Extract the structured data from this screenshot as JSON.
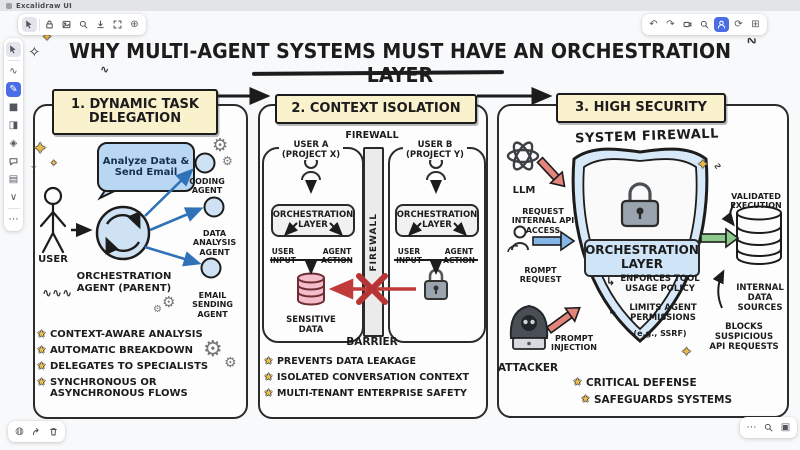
{
  "window": {
    "title": "Excalidraw UI"
  },
  "toolbars": {
    "top_left": [
      {
        "name": "select"
      },
      {
        "name": "lock"
      },
      {
        "name": "insert-image"
      },
      {
        "name": "zoom-in"
      },
      {
        "name": "export-image"
      },
      {
        "name": "fullscreen"
      },
      {
        "name": "laser-pointer",
        "glyph": "⊕"
      }
    ],
    "top_right": [
      {
        "name": "undo",
        "glyph": "↶"
      },
      {
        "name": "redo",
        "glyph": "↷"
      },
      {
        "name": "record"
      },
      {
        "name": "find"
      },
      {
        "name": "collaborate"
      },
      {
        "name": "sync",
        "glyph": "⟳"
      },
      {
        "name": "library",
        "glyph": "⊞"
      }
    ],
    "left_rail": [
      {
        "name": "select"
      },
      {
        "name": "lasso",
        "glyph": "∿"
      },
      {
        "name": "draw",
        "glyph": "✎"
      },
      {
        "name": "rectangle",
        "glyph": "■"
      },
      {
        "name": "eraser",
        "glyph": "◨"
      },
      {
        "name": "shapes",
        "glyph": "◈"
      },
      {
        "name": "comment"
      },
      {
        "name": "frames",
        "glyph": "▤"
      },
      {
        "name": "collapse",
        "glyph": "∨"
      },
      {
        "name": "more",
        "glyph": "⋯"
      }
    ],
    "bottom_left": [
      {
        "name": "publish",
        "glyph": "◍"
      },
      {
        "name": "share"
      },
      {
        "name": "delete"
      }
    ],
    "bottom_right": [
      {
        "name": "more",
        "glyph": "⋯"
      },
      {
        "name": "find"
      },
      {
        "name": "frame",
        "glyph": "▣"
      }
    ]
  },
  "canvas": {
    "title": "WHY MULTI-AGENT SYSTEMS MUST HAVE AN ORCHESTRATION LAYER",
    "icons": {
      "star": "★",
      "gear": "⚙",
      "sparkle": "✦",
      "sparkle_outline": "✧",
      "branch": "↳",
      "squiggle": "∿∿∿",
      "squiggle_short": "∿"
    },
    "colors": {
      "header_bg": "#faf1cd",
      "bubble": "#b9d7f2",
      "agent_fill": "#cfe2f3",
      "blue_arrow": "#2f72b8",
      "red": "#c23b3b",
      "green": "#8cc98c",
      "pink_db": "#f4bdc9",
      "lock_gray": "#9aa4ae",
      "shield": "#d7e8f8",
      "accent": "#4a6de5"
    },
    "panels": {
      "delegation": {
        "header": "1. DYNAMIC TASK DELEGATION",
        "speech_bubble": "Analyze Data & Send Email",
        "user_label": "USER",
        "orchestrator_label": "ORCHESTRATION AGENT (PARENT)",
        "agents": [
          "CODING AGENT",
          "DATA ANALYSIS AGENT",
          "EMAIL SENDING AGENT"
        ],
        "bullets": [
          "CONTEXT-AWARE ANALYSIS",
          "AUTOMATIC BREAKDOWN",
          "DELEGATES TO SPECIALISTS",
          "SYNCHRONOUS OR ASYNCHRONOUS FLOWS"
        ]
      },
      "isolation": {
        "header": "2. CONTEXT ISOLATION",
        "firewall_label": "FIREWALL",
        "firewall_bar_label": "FIREWALL",
        "barrier_label": "BARRIER",
        "user_a": {
          "title": "USER A (PROJECT X)",
          "layer": "ORCHESTRATION LAYER",
          "input": "USER INPUT",
          "action": "AGENT ACTION",
          "data_label": "SENSITIVE DATA"
        },
        "user_b": {
          "title": "USER B (PROJECT Y)",
          "layer": "ORCHESTRATION LAYER",
          "input": "USER INPUT",
          "action": "AGENT ACTION"
        },
        "bullets": [
          "PREVENTS DATA LEAKAGE",
          "ISOLATED CONVERSATION CONTEXT",
          "MULTI-TENANT ENTERPRISE SAFETY"
        ]
      },
      "security": {
        "header": "3. HIGH SECURITY",
        "subtitle": "SYSTEM FIREWALL",
        "llm_label": "LLM",
        "request_api": "REQUEST INTERNAL API ACCESS",
        "prompt_request": "ROMPT REQUEST",
        "attacker_label": "ATTACKER",
        "prompt_injection": "PROMPT INJECTION",
        "layer": "ORCHESTRATION LAYER",
        "policy1": "ENFORCES TOOL USAGE POLICY",
        "policy2": "LIMITS AGENT PERMISSIONS",
        "policy3": "(e.g., SSRF)",
        "validated": "VALIDATED EXECUTION",
        "datasource": "INTERNAL DATA SOURCES",
        "blocks": "BLOCKS SUSPICIOUS API REQUESTS",
        "bullets": [
          "CRITICAL DEFENSE",
          "SAFEGUARDS SYSTEMS"
        ]
      }
    }
  }
}
